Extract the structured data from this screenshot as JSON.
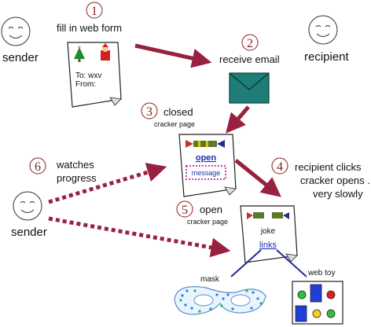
{
  "colors": {
    "arrow": "#98213f",
    "step_number": "#8b1a1a",
    "envelope": "#1f7d78",
    "line": "#23289a",
    "link": "#1a2fb0"
  },
  "icons": {
    "sender_face": "smiley-face-icon",
    "recipient_face": "smiley-face-icon",
    "email": "envelope-icon",
    "mask": "carnival-mask-icon",
    "web_toy": "web-toy-icon"
  },
  "steps": [
    {
      "number": "1",
      "label": "fill in web form"
    },
    {
      "number": "2",
      "label": "receive email"
    },
    {
      "number": "3",
      "label": "closed",
      "sublabel": "cracker page"
    },
    {
      "number": "4",
      "label_lines": [
        "recipient clicks",
        "cracker opens ...",
        "very slowly"
      ]
    },
    {
      "number": "5",
      "label": "open",
      "sublabel": "cracker page"
    },
    {
      "number": "6",
      "label_lines": [
        "watches",
        "progress"
      ]
    }
  ],
  "actors": {
    "sender_top": "sender",
    "recipient": "recipient",
    "sender_bottom": "sender"
  },
  "form_page": {
    "to_label": "To: wxv",
    "from_label": "From:"
  },
  "closed_page": {
    "open_link": "open",
    "message_label": "message"
  },
  "open_page": {
    "joke_label": "joke",
    "links_label": "links"
  },
  "outputs": {
    "mask_label": "mask",
    "web_toy_label": "web toy"
  }
}
